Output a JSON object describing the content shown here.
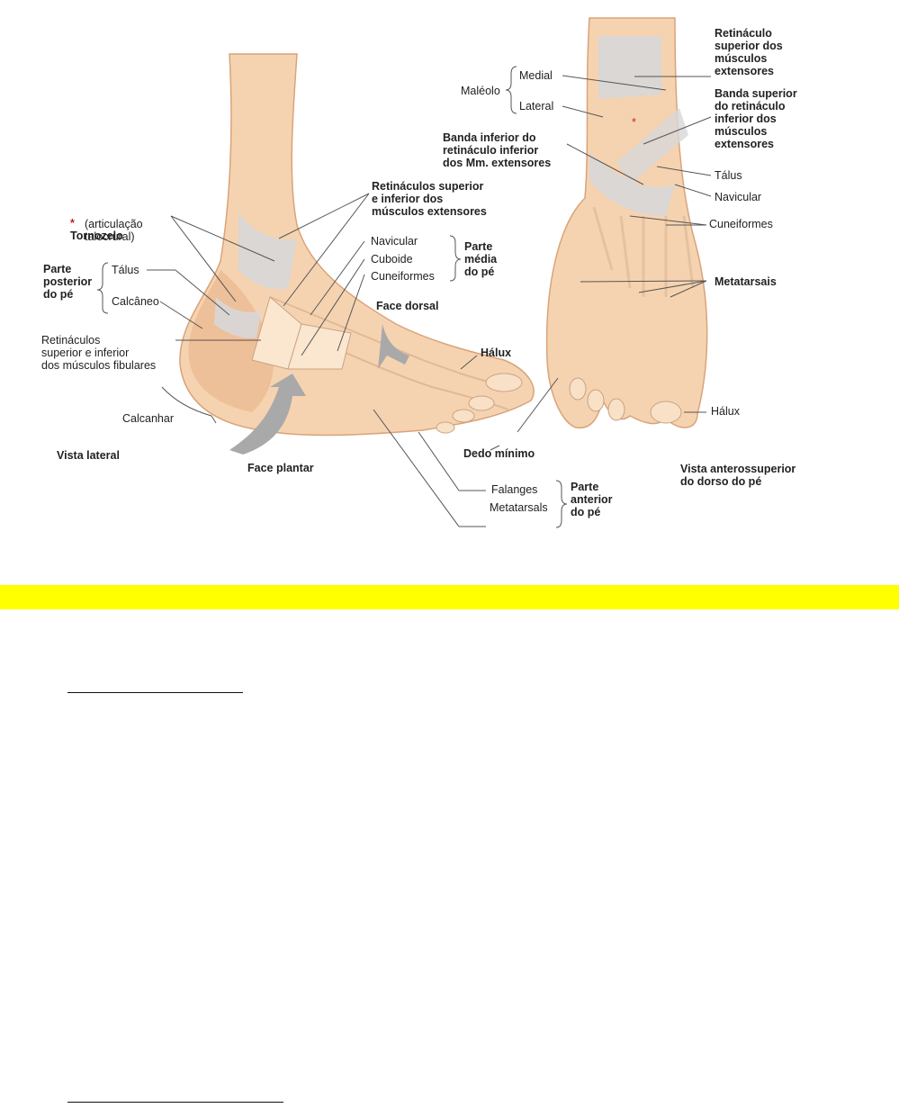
{
  "figure": {
    "lateral_view": {
      "ankle_star": "*",
      "ankle_title": "Tornozelo",
      "ankle_sub": "(articulação\ntalocrural)",
      "ext_retinacula": "Retináculos superior\ne inferior dos\nmúsculos extensores",
      "navicular": "Navicular",
      "cuboid": "Cuboide",
      "cuneiforms": "Cuneiformes",
      "midfoot_group": "Parte\nmédia\ndo pé",
      "hindfoot_group": "Parte\nposterior\ndo pé",
      "talus": "Tálus",
      "calcaneus": "Calcâneo",
      "face_dorsal": "Face dorsal",
      "fib_retinacula": "Retináculos\nsuperior e inferior\ndos músculos fibulares",
      "hallux": "Hálux",
      "heel": "Calcanhar",
      "view_title": "Vista lateral",
      "face_plantar": "Face plantar",
      "little_toe": "Dedo mínimo",
      "phalanges": "Falanges",
      "metatarsals": "Metatarsals",
      "forefoot_group": "Parte\nanterior\ndo pé"
    },
    "dorsal_view": {
      "malleolus": "Maléolo",
      "medial": "Medial",
      "lateral": "Lateral",
      "sup_ext_retinaculum": "Retináculo\nsuperior dos\nmúsculos\nextensores",
      "sup_band": "Banda superior\ndo retináculo\ninferior dos\nmúsculos\nextensores",
      "inf_band": "Banda inferior do\nretináculo inferior\ndos Mm. extensores",
      "talus": "Tálus",
      "navicular": "Navicular",
      "cuneiforms": "Cuneiformes",
      "metatarsals": "Metatarsais",
      "hallux": "Hálux",
      "star": "*",
      "view_title": "Vista anterossuperior\ndo dorso do pé"
    }
  },
  "colors": {
    "skin": "#f6d3b0",
    "skin_dark": "#eab48a",
    "bone": "#fbe7cf",
    "retinaculum": "#d7d7d9",
    "highlight": "#ffff00",
    "star": "#c0272d",
    "arrow": "#a9a9a9"
  }
}
